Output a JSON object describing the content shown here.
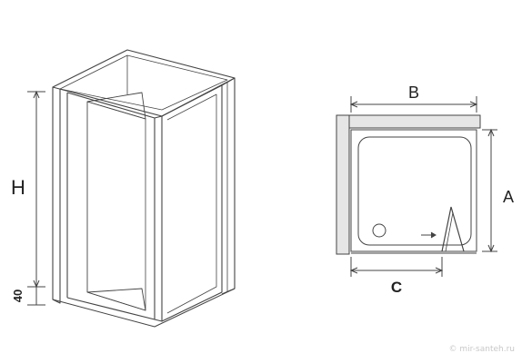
{
  "labels": {
    "height": "H",
    "base": "40",
    "width": "B",
    "depth": "A",
    "door": "C"
  },
  "watermark": "© mir-santeh.ru",
  "colors": {
    "line": "#444444",
    "shade": "#e6e6e6",
    "text": "#222222"
  }
}
